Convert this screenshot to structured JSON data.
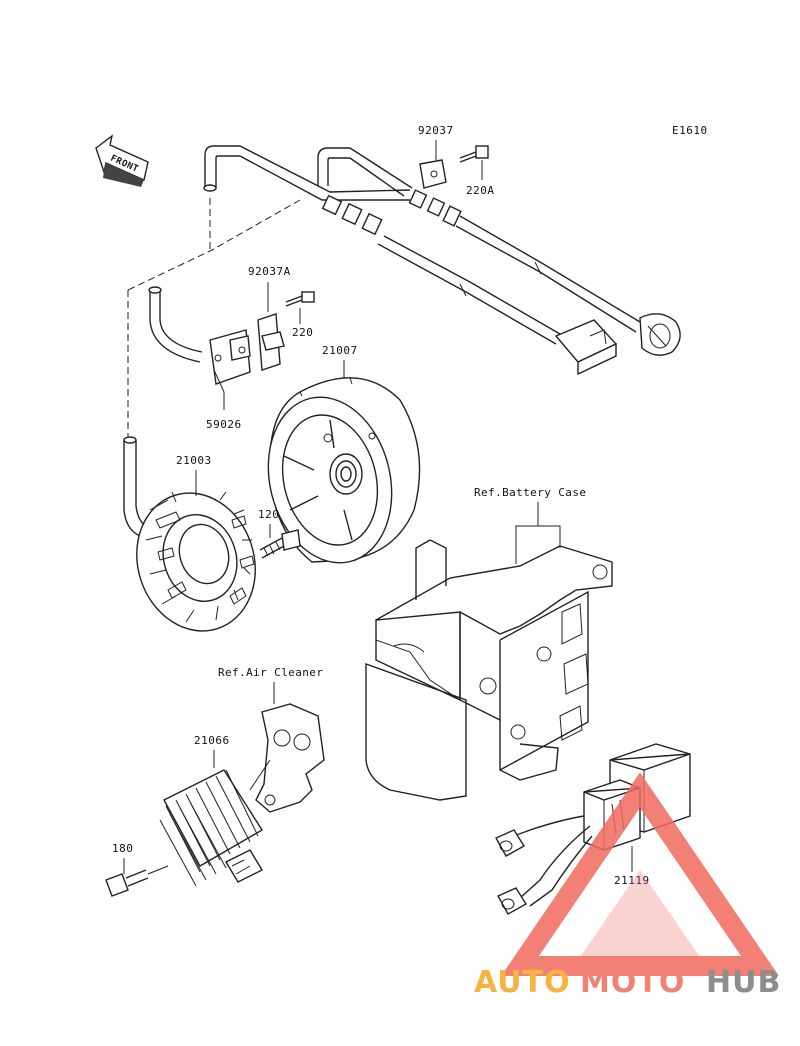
{
  "diagram": {
    "code": "E1610",
    "front_label": "FRONT",
    "parts": {
      "p92037": "92037",
      "p220A": "220A",
      "p92037A": "92037A",
      "p220": "220",
      "p21007": "21007",
      "p59026": "59026",
      "p21003": "21003",
      "p120": "120",
      "p21066": "21066",
      "p180": "180",
      "p21119": "21119"
    },
    "refs": {
      "battery_case": "Ref.Battery Case",
      "air_cleaner": "Ref.Air Cleaner"
    }
  },
  "watermark": {
    "part1": "AUTO",
    "part2": "MOTO",
    "part3": "HUB",
    "color_main": "#f06a5e",
    "color_light": "#f5a623",
    "color_dark": "#7a7a7a"
  }
}
